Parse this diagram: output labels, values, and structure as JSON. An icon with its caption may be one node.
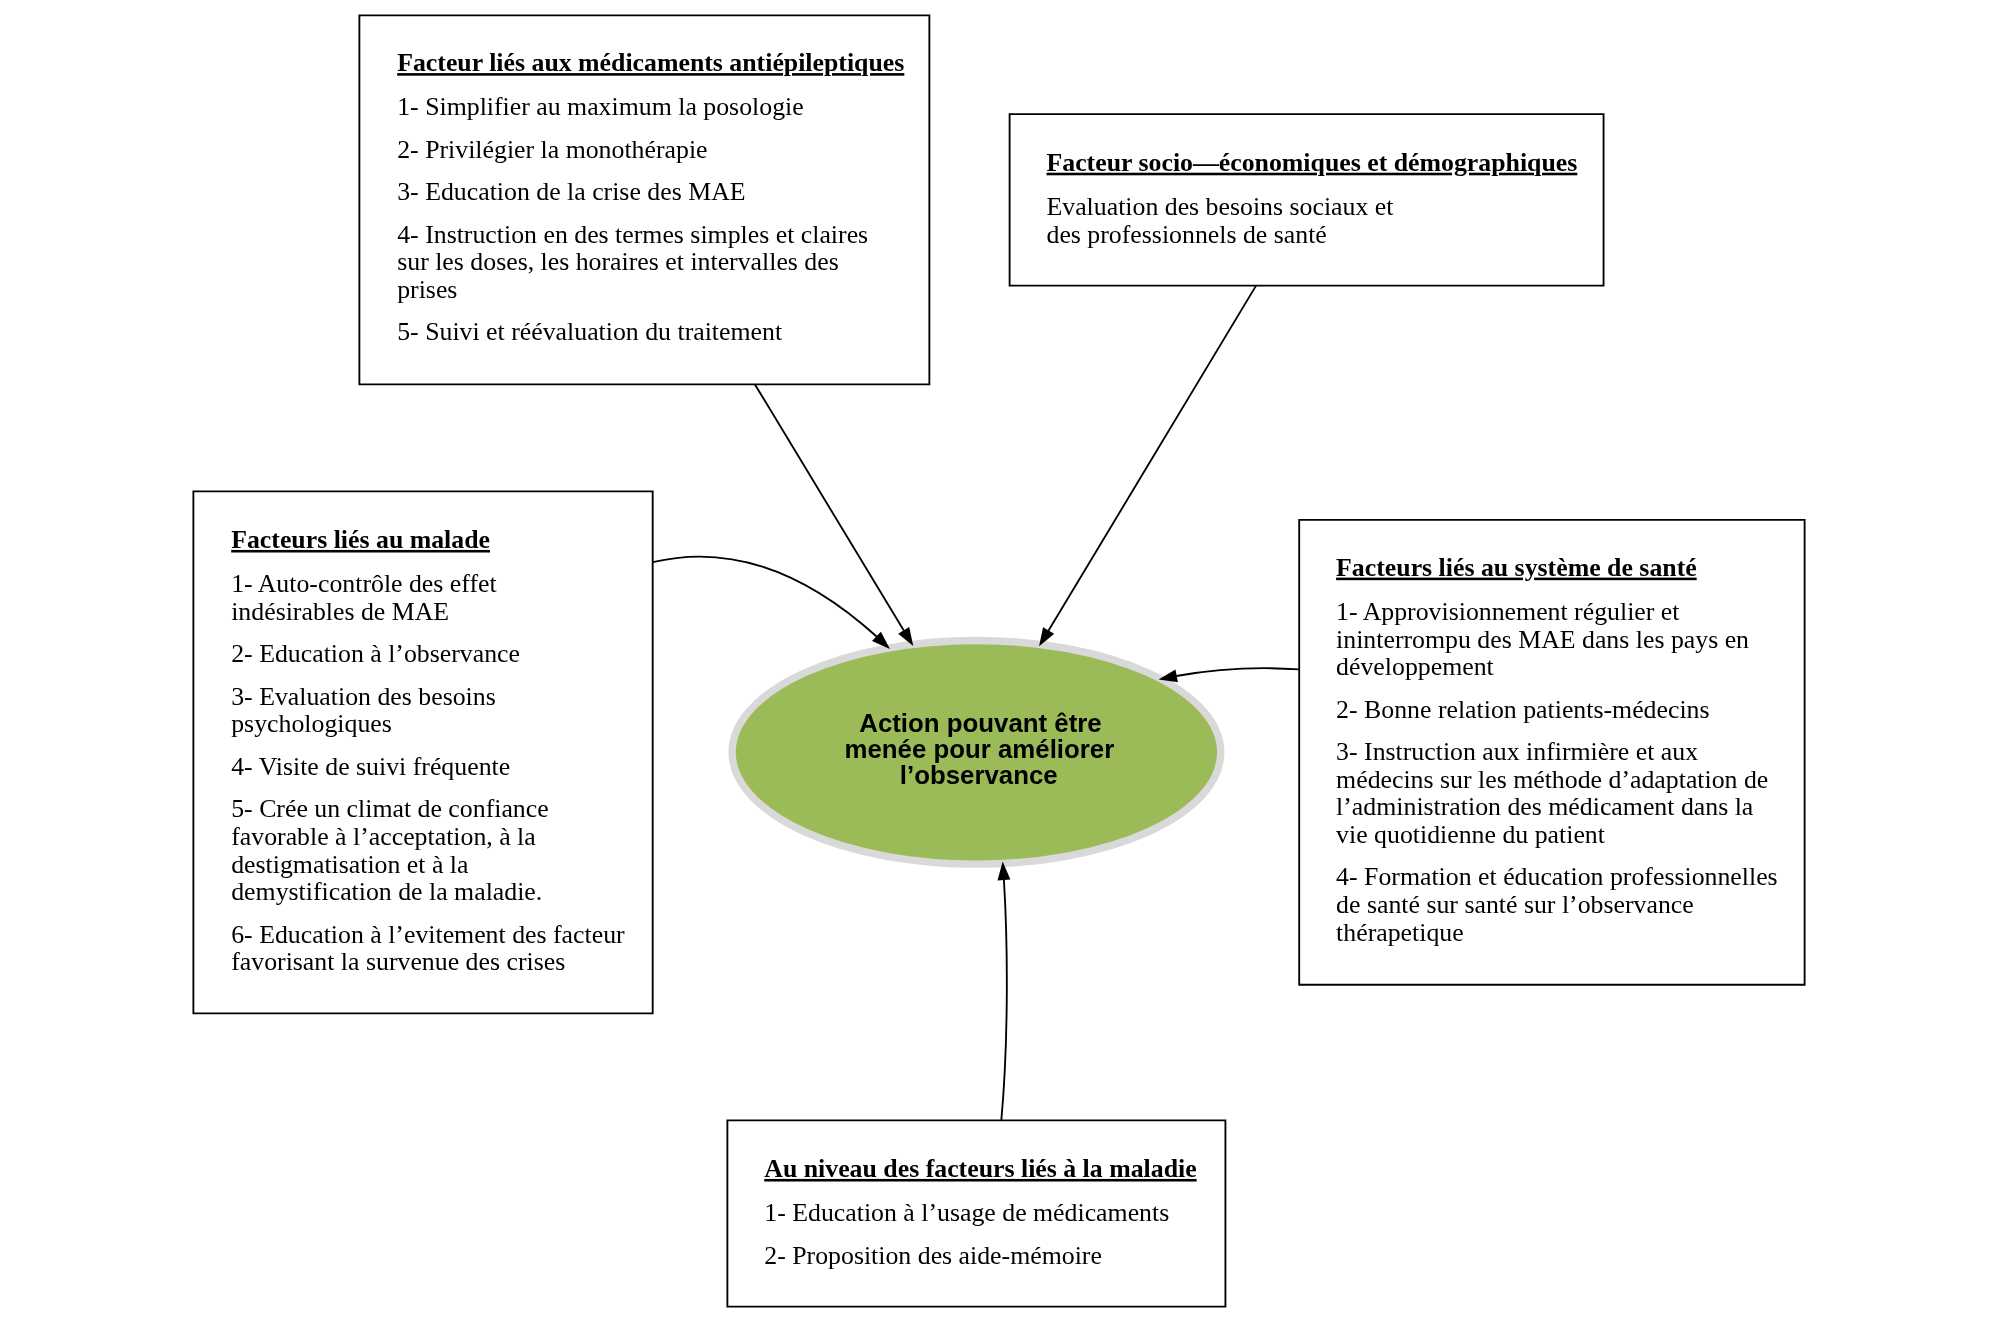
{
  "diagram": {
    "nodes": [
      {
        "text": [
          "Facteur liés aux médicaments antiépileptiques",
          "1- Simplifier au maximum la posologie",
          "2- Privilégier la monothérapie",
          "3- Education de la crise des MAE",
          "4- Instruction en des termes simples et claires sur les doses, les horaires et intervalles des prises",
          "5- Suivi et réévaluation du traitement"
        ]
      },
      {
        "text": [
          "Facteur socio—économiques et démographiques",
          "Evaluation des besoins sociaux et des professionnels de santé"
        ]
      },
      {
        "text": [
          "Facteurs liés au malade",
          "1- Auto-contrôle des effet indésirables de MAE",
          "2- Education à l’observance",
          "3- Evaluation des besoins psychologiques",
          "4- Visite de suivi fréquente",
          "5- Crée un climat de confiance favorable à l’acceptation, à la destigmatisation et à la demystification de la maladie.",
          "6- Education à l’evitement des facteur favorisant la survenue des crises"
        ]
      },
      {
        "text": [
          "Action pouvant être menée pour améliorer l’observance"
        ]
      },
      {
        "text": [
          "Facteurs liés au système de santé",
          "1- Approvisionnement régulier et ininterrompu des MAE dans les pays en développement",
          "2- Bonne relation patients-médecins",
          "3- Instruction aux infirmière et aux médecins sur les méthode d’adaptation de l’administration des médicament dans la vie quotidienne du patient",
          "4- Formation et éducation professionnelles de santé sur santé sur l’observance thérapetique"
        ]
      },
      {
        "text": [
          "Au niveau des facteurs liés à la maladie",
          "1- Education à l’usage de médicaments",
          "2- Proposition des aide-mémoire"
        ]
      }
    ],
    "edges": [
      {
        "from": 0,
        "to": 3,
        "arrow": "to"
      },
      {
        "from": 1,
        "to": 3,
        "arrow": "to"
      },
      {
        "from": 2,
        "to": 3,
        "arrow": "to"
      },
      {
        "from": 4,
        "to": 3,
        "arrow": "to"
      },
      {
        "from": 5,
        "to": 3,
        "arrow": "to"
      }
    ]
  }
}
